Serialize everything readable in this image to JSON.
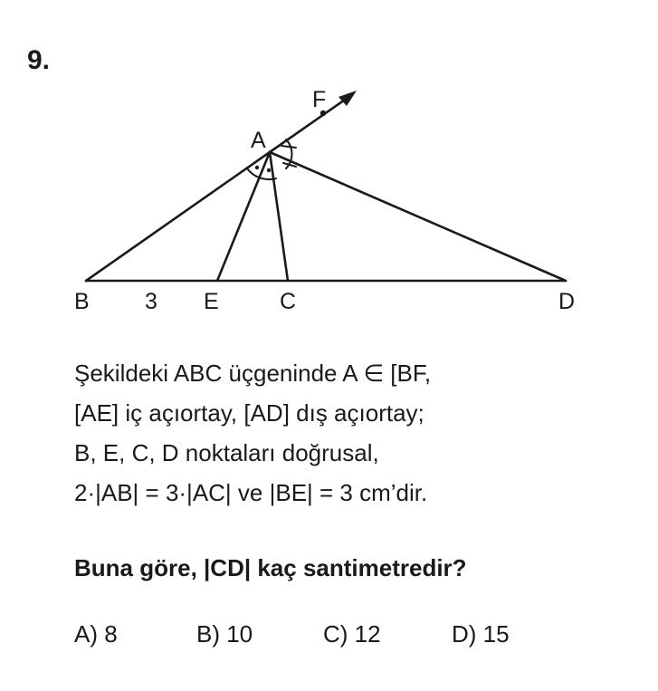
{
  "question": {
    "number": "9.",
    "figure": {
      "labels": {
        "A": "A",
        "B": "B",
        "C": "C",
        "D": "D",
        "E": "E",
        "F": "F",
        "be_length": "3"
      }
    },
    "statement_lines": [
      "Şekildeki ABC üçgeninde A ∈ [BF,",
      "[AE] iç açıortay, [AD] dış açıortay;",
      "B, E, C, D noktaları doğrusal,",
      "2·|AB| = 3·|AC| ve |BE| = 3 cm’dir."
    ],
    "prompt": "Buna göre, |CD| kaç santimetredir?",
    "choices": [
      "A) 8",
      "B) 10",
      "C) 12",
      "D) 15"
    ]
  }
}
